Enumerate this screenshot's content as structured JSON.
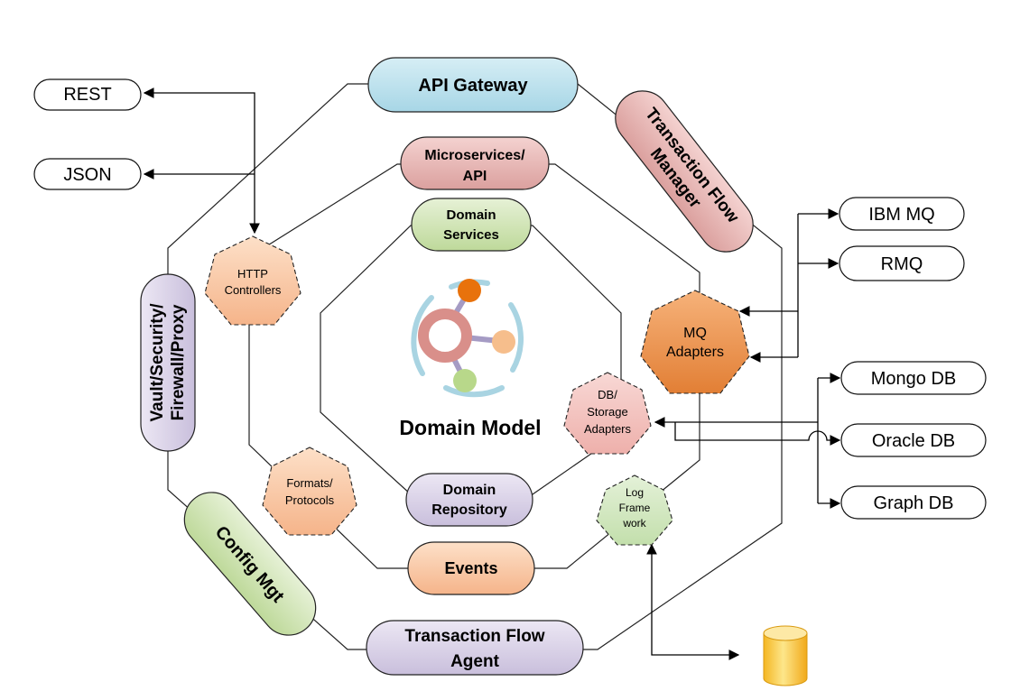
{
  "external": {
    "rest": "REST",
    "json": "JSON",
    "ibm_mq": "IBM MQ",
    "rmq": "RMQ",
    "mongo_db": "Mongo DB",
    "oracle_db": "Oracle DB",
    "graph_db": "Graph DB"
  },
  "outer_ring": {
    "api_gateway": "API Gateway",
    "transaction_flow_manager": [
      "Transaction Flow",
      "Manager"
    ],
    "vault": [
      "Vault/Security/",
      "Firewall/Proxy"
    ],
    "config_mgt": "Config Mgt",
    "transaction_flow_agent": [
      "Transaction Flow",
      "Agent"
    ]
  },
  "middle_ring": {
    "microservices": [
      "Microservices/",
      "API"
    ],
    "events": "Events",
    "http_controllers": [
      "HTTP",
      "Controllers"
    ],
    "mq_adapters": [
      "MQ",
      "Adapters"
    ],
    "formats_protocols": [
      "Formats/",
      "Protocols"
    ],
    "log_framework": [
      "Log",
      "Frame",
      "work"
    ]
  },
  "inner_ring": {
    "domain_services": [
      "Domain",
      "Services"
    ],
    "domain_repository": [
      "Domain",
      "Repository"
    ],
    "db_storage_adapters": [
      "DB/",
      "Storage",
      "Adapters"
    ]
  },
  "center": {
    "title": "Domain Model",
    "icon": "domain-model-molecule-icon"
  },
  "storage_icon": "database-cylinder-icon",
  "colors": {
    "api_gateway": "#bfe3ee",
    "transaction_flow_manager": "#e8b5b3",
    "vault": "#dcd4ea",
    "config_mgt": "#d3e6b8",
    "transaction_flow_agent": "#dcd4ea",
    "microservices": "#e8b5b3",
    "domain_services": "#d3e6b8",
    "domain_repository": "#dcd4ea",
    "events": "#f8cba8",
    "hex_orange": "#f8cba8",
    "mq_adapters": "#f0a060",
    "db_adapters": "#f2c4c0",
    "log_framework": "#d4e8c2",
    "database": "#f5c330"
  }
}
